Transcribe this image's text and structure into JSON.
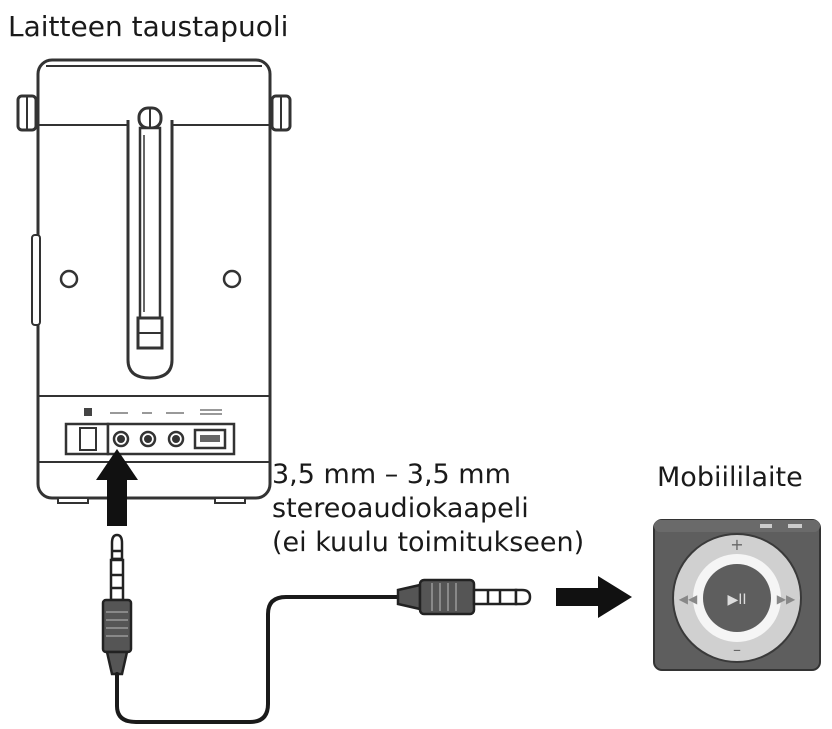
{
  "title": "Laitteen taustapuoli",
  "cable_label": {
    "line1": "3,5 mm – 3,5 mm",
    "line2": "stereoaudiokaapeli",
    "line3": "(ei kuulu toimitukseen)"
  },
  "mobile_label": "Mobiililaite",
  "icons": {
    "radio": "radio-back-panel",
    "cable": "stereo-audio-cable",
    "player": "mobile-music-player",
    "arrow": "arrow-icon"
  }
}
